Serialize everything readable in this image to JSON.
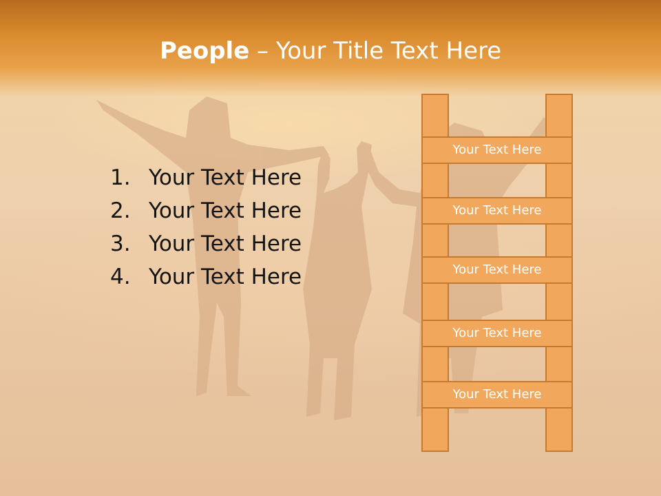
{
  "title": {
    "bold": "People",
    "rest": " – Your Title Text Here"
  },
  "list": [
    {
      "num": "1.",
      "text": "Your Text Here"
    },
    {
      "num": "2.",
      "text": "Your Text Here"
    },
    {
      "num": "3.",
      "text": "Your Text Here"
    },
    {
      "num": "4.",
      "text": "Your Text Here"
    }
  ],
  "ladder": {
    "rungs": [
      "Your Text Here",
      "Your Text Here",
      "Your Text Here",
      "Your Text Here",
      "Your Text Here"
    ]
  },
  "colors": {
    "title_bar": "#d98a2d",
    "ladder_fill": "#f1a85d",
    "ladder_stroke": "#c67a2f",
    "text": "#141414"
  }
}
